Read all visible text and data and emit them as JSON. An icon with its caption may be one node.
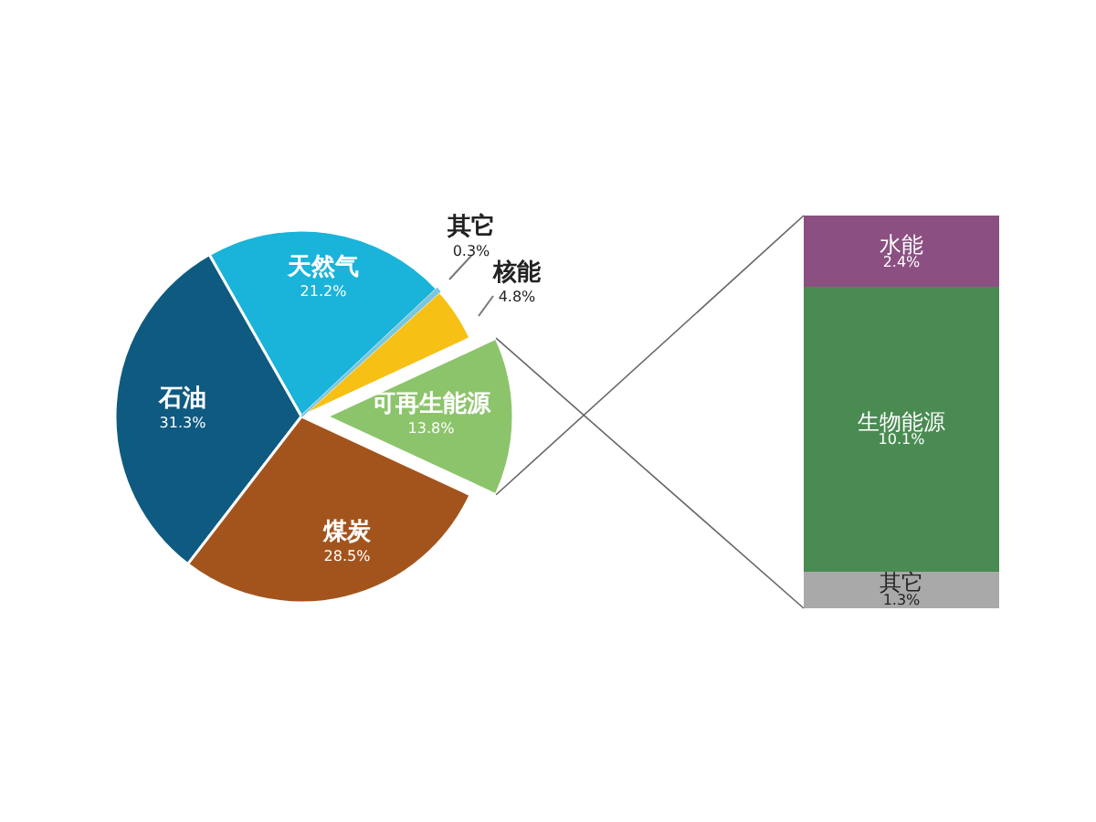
{
  "diagram": {
    "nodes": [
      {
        "text": [
          "水能",
          "2.4%"
        ]
      },
      {
        "text": [
          "生物能源",
          "10.1%"
        ]
      },
      {
        "text": [
          "其它",
          "1.3%"
        ]
      }
    ],
    "chart_data": {
      "type": "pie",
      "categories": [
        "其它",
        "核能",
        "可再生能源",
        "煤炭",
        "石油",
        "天然气"
      ],
      "series": [
        {
          "values": [
            0.3,
            4.8,
            13.8,
            28.5,
            31.3,
            21.2
          ]
        }
      ],
      "value_labels": [
        "0.3%",
        "4.8%",
        "13.8%",
        "28.5%",
        "31.3%",
        "21.2%"
      ]
    }
  }
}
